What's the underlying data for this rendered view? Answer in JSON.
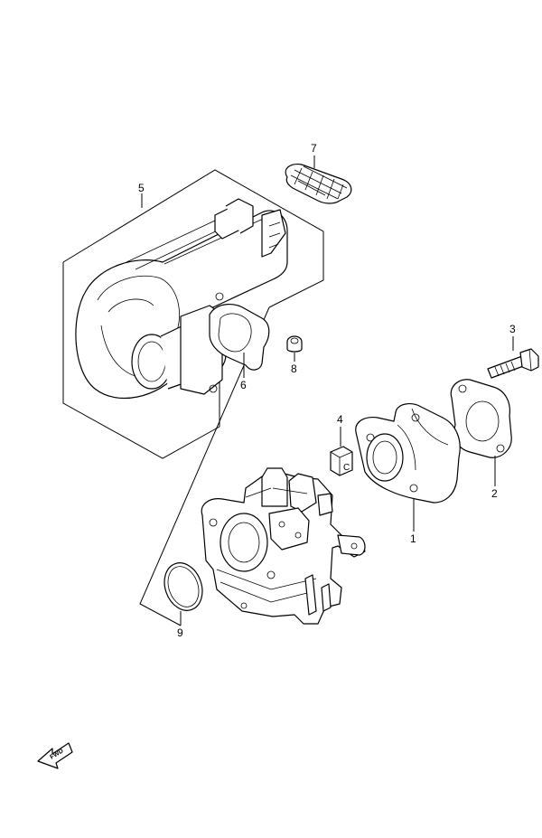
{
  "callouts": [
    {
      "id": "c1",
      "label": "1"
    },
    {
      "id": "c2",
      "label": "2"
    },
    {
      "id": "c3",
      "label": "3"
    },
    {
      "id": "c4",
      "label": "4"
    },
    {
      "id": "c5",
      "label": "5"
    },
    {
      "id": "c6",
      "label": "6"
    },
    {
      "id": "c7",
      "label": "7"
    },
    {
      "id": "c8",
      "label": "8"
    },
    {
      "id": "c9",
      "label": "9"
    }
  ],
  "fwd_label": "FWD",
  "icons": {
    "fwd_arrow": "fwd-arrow-icon",
    "gasket_c": "C"
  }
}
